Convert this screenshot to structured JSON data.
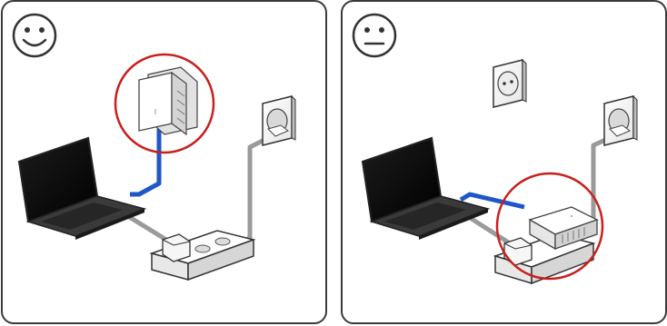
{
  "colors": {
    "frame": "#3a3a3a",
    "highlight_circle": "#c8201e",
    "ethernet_cable": "#1f57c9",
    "power_cable": "#9a9a9a",
    "laptop_body": "#2a2a2a",
    "laptop_screen": "#0c0c0c",
    "device_body": "#f4f4f4"
  },
  "panels": [
    {
      "mood_icon": "smiley-face-icon",
      "highlighted_item": "wall-plugged-powerline-adapter",
      "items": [
        "laptop-icon",
        "ethernet-cable",
        "powerline-adapter-icon",
        "wall-socket-icon",
        "power-strip-icon",
        "plug-icon",
        "power-cable"
      ]
    },
    {
      "mood_icon": "neutral-face-icon",
      "highlighted_item": "adapter-on-power-strip",
      "items": [
        "laptop-icon",
        "ethernet-cable",
        "empty-wall-socket-icon",
        "wall-socket-icon",
        "power-strip-icon",
        "powerline-adapter-icon",
        "plug-icon",
        "power-cable"
      ]
    }
  ]
}
